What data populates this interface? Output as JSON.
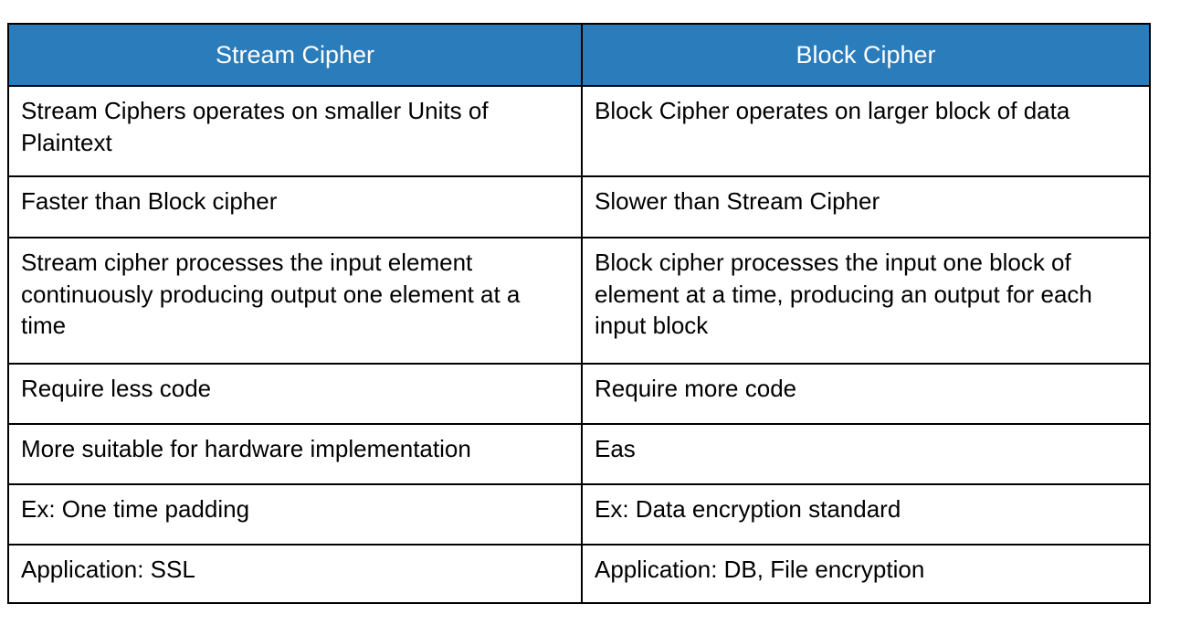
{
  "table": {
    "headers": [
      {
        "label": "Stream Cipher"
      },
      {
        "label": "Block Cipher"
      }
    ],
    "header_background": "#2b7cba",
    "header_text_color": "#ffffff",
    "border_color": "#000000",
    "body_text_color": "#000000",
    "rows": [
      {
        "left": "Stream Ciphers operates on smaller Units of Plaintext",
        "right": "Block Cipher operates on larger block of data"
      },
      {
        "left": "Faster than Block cipher",
        "right": "Slower than Stream Cipher"
      },
      {
        "left": "Stream cipher processes the input element continuously producing output one element at a time",
        "right": "Block cipher processes the input one block of element at a time, producing an output for each input block"
      },
      {
        "left": "Require less code",
        "right": "Require more code"
      },
      {
        "left": "More suitable for hardware implementation",
        "right": "Eas"
      },
      {
        "left": "Ex: One time padding",
        "right": "Ex: Data encryption standard"
      },
      {
        "left": "Application: SSL",
        "right": "Application: DB, File encryption"
      }
    ]
  }
}
